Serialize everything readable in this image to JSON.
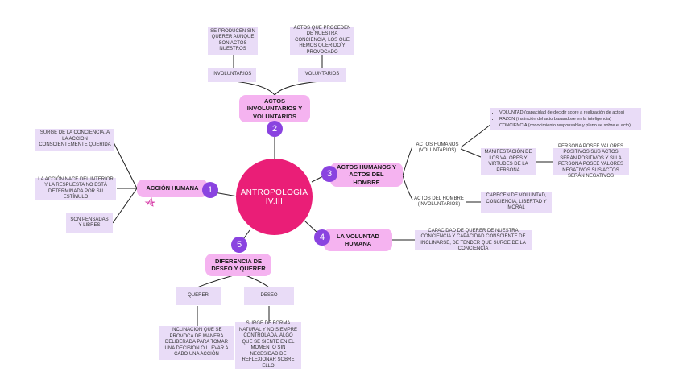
{
  "center": {
    "line1": "ANTROPOLOGÍA",
    "line2": "IV.III"
  },
  "branches": {
    "b1": {
      "number": "1",
      "title": "ACCIÓN HUMANA"
    },
    "b2": {
      "number": "2",
      "title": "ACTOS INVOLUNTARIOS Y VOLUNTARIOS"
    },
    "b3": {
      "number": "3",
      "title": "ACTOS HUMANOS Y ACTOS DEL HOMBRE"
    },
    "b4": {
      "number": "4",
      "title": "LA VOLUNTAD HUMANA"
    },
    "b5": {
      "number": "5",
      "title": "DIFERENCIA DE DESEO Y QUERER"
    }
  },
  "b1_notes": [
    "SURGE DE LA CONCIENCIA, A LA ACCION CONSCIENTEMENTE QUERIDA",
    "LA ACCIÓN NACE DEL INTERIOR Y LA RESPUESTA NO ESTÁ DETERMINADA POR SU ESTÍMULO",
    "SON PENSADAS Y LIBRES"
  ],
  "b2": {
    "involuntarios": "INVOLUNTARIOS",
    "voluntarios": "VOLUNTARIOS",
    "involuntarios_desc": "SE PRODUCEN SIN QUERER AUNQUE SON ACTOS NUESTROS",
    "voluntarios_desc": "ACTOS QUE PROCEDEN DE NUESTRA CONCIENCIA, LOS QUE HEMOS QUERIDO Y PROVOCADO"
  },
  "b3": {
    "humanos": "ACTOS HUMANOS (VOLUNTARIOS)",
    "humanos_list": [
      "VOLUNTAD (capacidad de decidir sobre a realización de actos)",
      "RAZON (instinción del acto basandose en la inteligencia)",
      "CONCIENCIA (conocimiento responsable y pleno se sobre el acto)"
    ],
    "manifestacion": "MANIFESTACIÓN DE LOS VALORES Y VIRTUDES DE LA PERSONA",
    "persona": "PERSONA POSEE VALORES POSITIVOS SUS ACTOS SERÁN POSITIVOS Y SI LA PERSONA POSEE VALORES NEGATIVOS SUS ACTOS SERÁN NEGATIVOS",
    "hombre": "ACTOS DEL HOMBRE (INVOLUNTARIOS)",
    "carecen": "CARECEN DE VOLUNTAD, CONCIENCIA, LIBERTAD Y MORAL"
  },
  "b4": {
    "desc": "CAPACIDAD DE QUERER DE NUESTRA CONCIENCIA Y CAPACIDAD CONSCIENTE DE INCLINARSE, DE TENDER QUE SURGE DE LA CONCIENCIA"
  },
  "b5": {
    "querer": "QUERER",
    "deseo": "DESEO",
    "querer_desc": "INCLINACIÓN QUE SE PROVOCA DE MANERA DELIBERADA PARA TOMAR UNA DECISIÓN O LLEVAR A CABO UNA ACCIÓN",
    "deseo_desc": "SURGE DE FORMA NATURAL Y NO SIEMPRE CONTROLADA, ALGO QUE SE SIENTE EN EL MOMENTO SIN NECESIDAD DE REFLEXIONAR SOBRE ELLO"
  },
  "colors": {
    "center": "#ea1e77",
    "pill": "#f5b3f0",
    "note": "#e9dcf7",
    "number": "#8a43e0",
    "line": "#222222"
  }
}
